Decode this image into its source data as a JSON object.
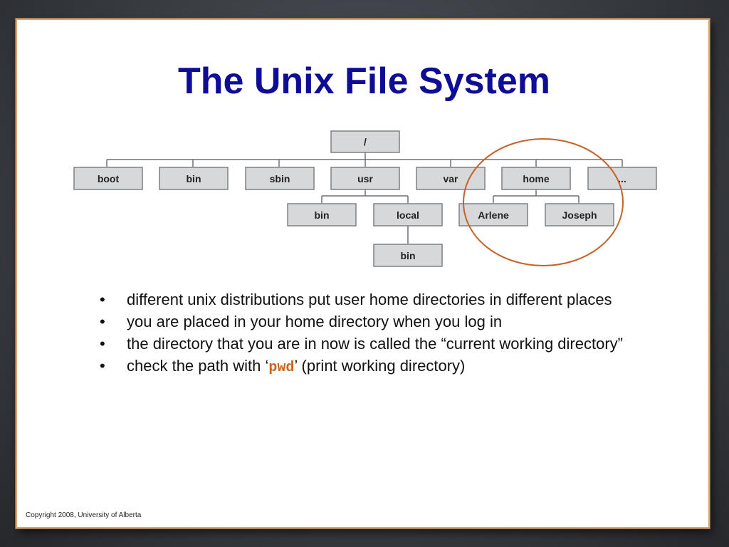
{
  "slide": {
    "title": "The Unix File System",
    "copyright": "Copyright 2008, University of Alberta"
  },
  "tree": {
    "root": "/",
    "level1": [
      "boot",
      "bin",
      "sbin",
      "usr",
      "var",
      "home",
      "..."
    ],
    "usr_children": [
      "bin",
      "local"
    ],
    "local_children": [
      "bin"
    ],
    "home_children": [
      "Arlene",
      "Joseph"
    ],
    "highlight_color": "#c4622a"
  },
  "bullets": {
    "b1": "different unix distributions put user home directories in different places",
    "b2": "you are placed in your home directory when you log in",
    "b3": "the directory that you are in now is called the “current working directory”",
    "b4_before": "check the path with ‘",
    "b4_code": "pwd",
    "b4_after": "’ (print working directory)"
  },
  "colors": {
    "title": "#0f0d96",
    "code": "#c9651a",
    "node_fill": "#d7d8da",
    "frame_border": "#d9a572"
  }
}
